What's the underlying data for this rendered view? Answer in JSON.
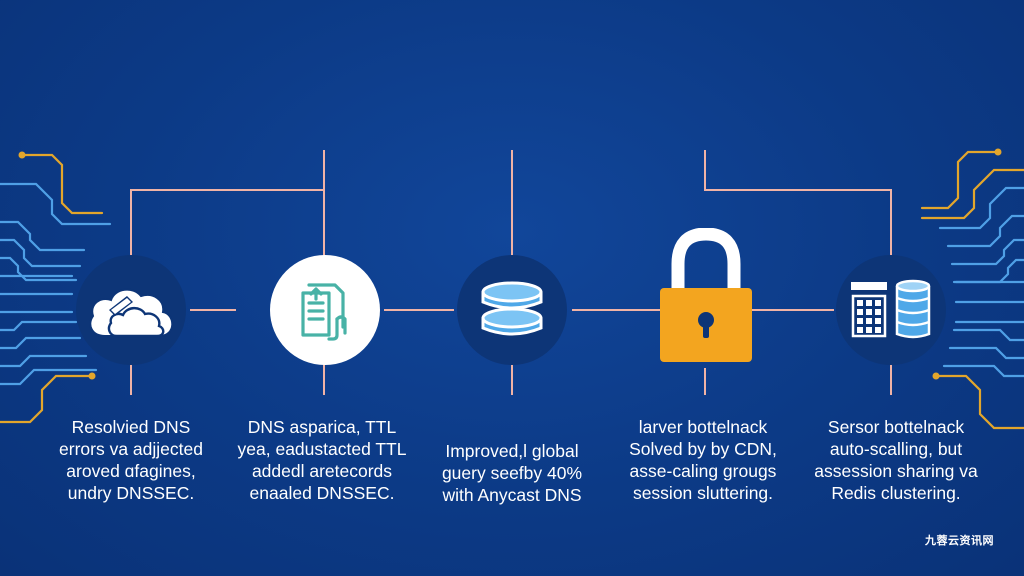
{
  "colors": {
    "background": "#0c3a86",
    "connector": "#f0b3a6",
    "circuit_blue": "#4fa0e6",
    "circuit_gold": "#e3a62c",
    "lock_body": "#f3a51f",
    "node_dark": "#0d3577",
    "node_light": "#ffffff"
  },
  "nodes": [
    {
      "icon": "cloud-icon",
      "style": "dark"
    },
    {
      "icon": "document-upload-icon",
      "style": "light"
    },
    {
      "icon": "database-icon",
      "style": "dark"
    },
    {
      "icon": "padlock-icon",
      "style": "lock"
    },
    {
      "icon": "calculator-server-icon",
      "style": "dark"
    }
  ],
  "captions": [
    [
      "Resolvied DNS",
      "errors va adjjected",
      "aroved ɑfagines,",
      "undry DNSSEC."
    ],
    [
      "DNS asparica, TTL",
      "yea, eadustacted TTL",
      "addedl aretecords",
      "enaaled DNSSEC."
    ],
    [
      "Improved,l global",
      "guery seefby 40%",
      "with Anycast DNS"
    ],
    [
      "larver bottelnack",
      "Solved by by CDN,",
      "asse-caling grougs",
      "session sluttering."
    ],
    [
      "Sersor bottelnack",
      "auto-scalling, but",
      "assession sharing va",
      "Redis clustering."
    ]
  ],
  "watermark": "九蓉云资讯网"
}
